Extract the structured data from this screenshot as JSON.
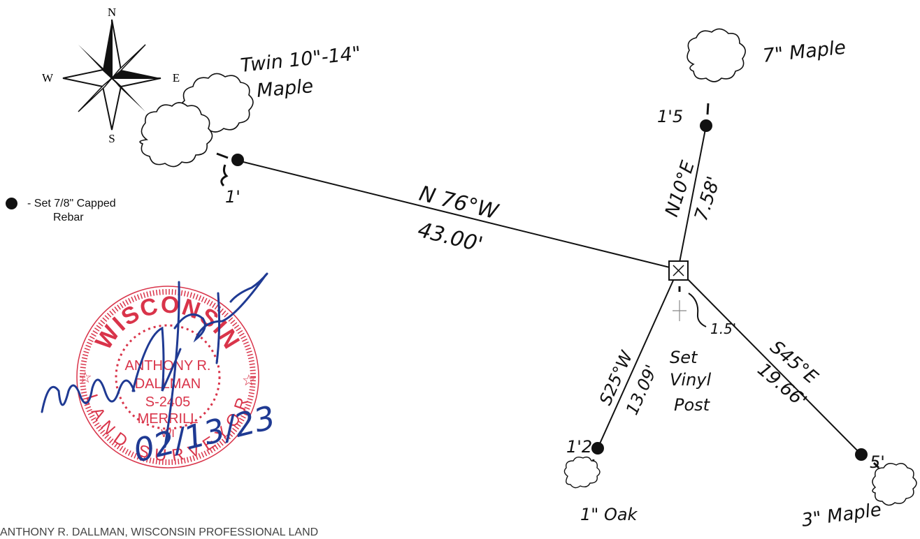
{
  "compass": {
    "n": "N",
    "s": "S",
    "e": "E",
    "w": "W"
  },
  "legend": {
    "line1": "- Set 7/8\" Capped",
    "line2": "Rebar"
  },
  "trees": {
    "twin_maple": {
      "line1": "Twin 10\"-14\"",
      "line2": "Maple"
    },
    "maple_7": "7\" Maple",
    "oak_1": "1\" Oak",
    "maple_3": "3\" Maple"
  },
  "measurements": {
    "west_bearing": "N 76°W",
    "west_distance": "43.00'",
    "north_bearing": "N10°E",
    "north_distance": "7.58'",
    "southwest_bearing": "S25°W",
    "southwest_distance": "13.09'",
    "southeast_bearing": "S45°E",
    "southeast_distance": "19.66'",
    "offset_twin_maple": "1'",
    "offset_7_maple": "1'5",
    "offset_oak": "1'2",
    "offset_3_maple": "5'",
    "offset_post": "1.5'"
  },
  "post_label": {
    "line1": "Set",
    "line2": "Vinyl",
    "line3": "Post"
  },
  "seal": {
    "top": "WISCONSIN",
    "bottom": "LAND SURVEYOR",
    "name1": "ANTHONY R.",
    "name2": "DALLMAN",
    "license": "S-2405",
    "city": "MERRILL",
    "state": "WI",
    "date": "02/13/23"
  },
  "footer": "ANTHONY R. DALLMAN, WISCONSIN PROFESSIONAL LAND",
  "colors": {
    "ink": "#111111",
    "seal_red": "#d9344a",
    "signature_blue": "#1f3a93"
  }
}
